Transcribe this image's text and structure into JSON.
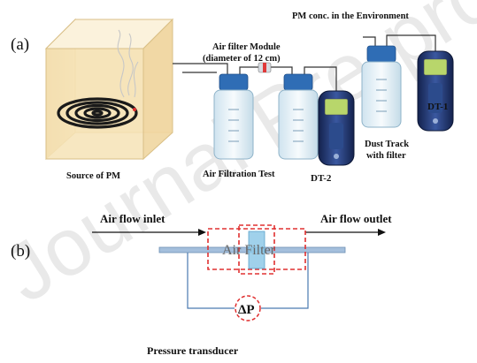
{
  "panel_a": {
    "label": "(a)",
    "source_label": "Source of PM",
    "module_label_line1": "Air filter Module",
    "module_label_line2": "(diameter of 12 cm)",
    "filtration_label": "Air Filtration Test",
    "env_label": "PM conc. in the Environment",
    "dust_track_line1": "Dust Track",
    "dust_track_line2": "with filter",
    "dt1_label": "DT-1",
    "dt2_label": "DT-2"
  },
  "panel_b": {
    "label": "(b)",
    "inlet_label": "Air flow inlet",
    "outlet_label": "Air flow outlet",
    "filter_text": "Air Filter",
    "dp_label": "ΔP",
    "transducer_label": "Pressure transducer"
  },
  "watermark": "Journal Pre-proof",
  "colors": {
    "pipe": "#8aa8c8",
    "dashed_box": "#e03030",
    "filter_element": "#8fc9e8",
    "cap": "#2f6db5",
    "device_body": "#22356b"
  }
}
